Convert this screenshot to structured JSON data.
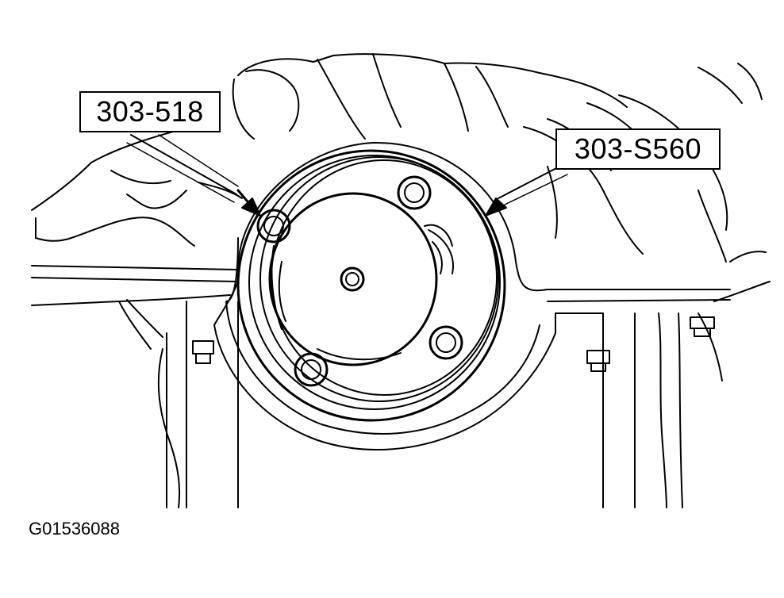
{
  "callouts": {
    "left_tool": "303-518",
    "right_tool": "303-S560"
  },
  "figure_code": "G01536088",
  "colors": {
    "line": "#000000",
    "background": "#ffffff"
  }
}
